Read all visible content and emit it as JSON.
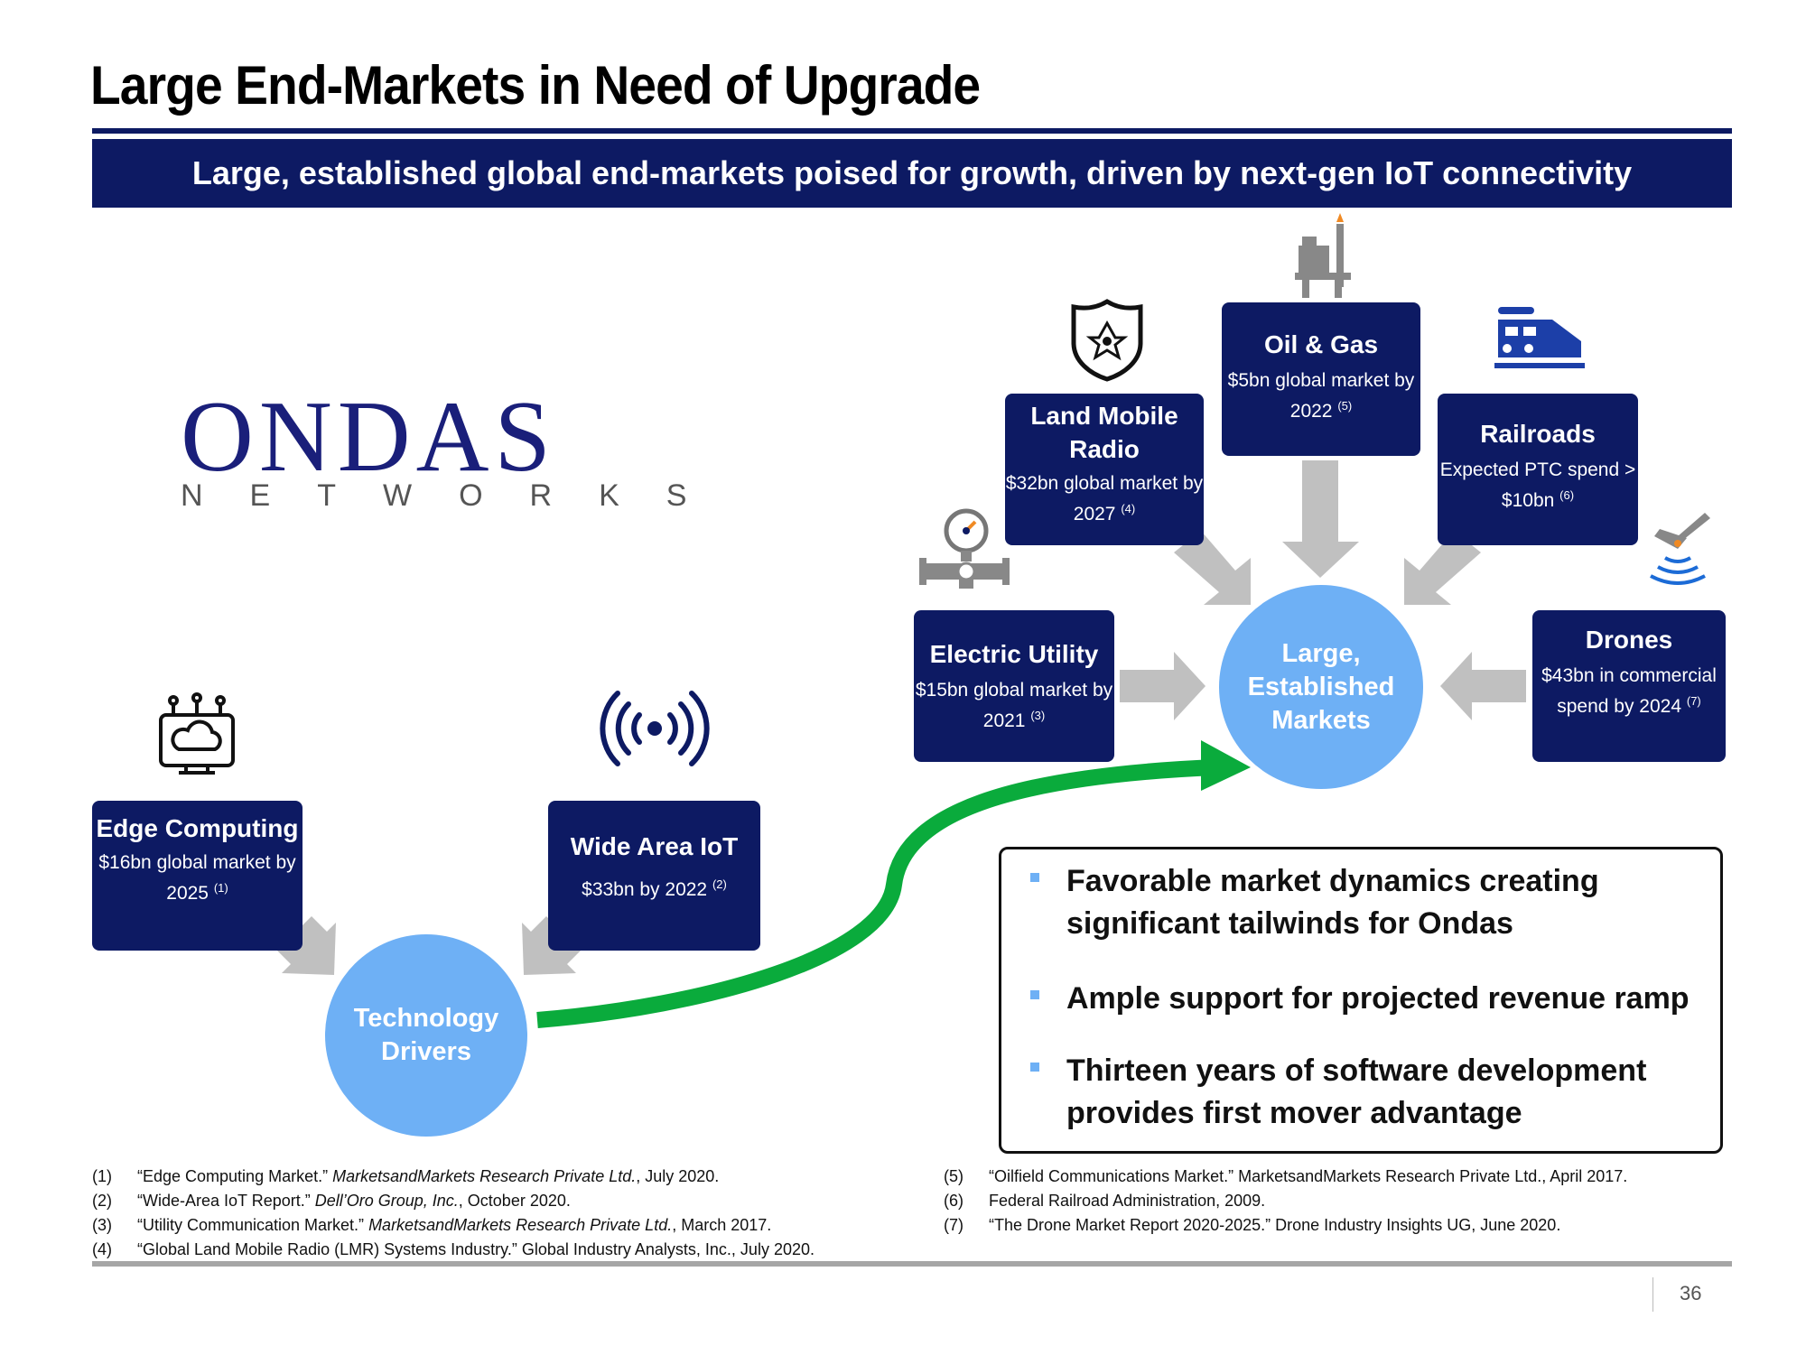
{
  "header": {
    "title": "Large End-Markets in Need of Upgrade",
    "banner": "Large, established global end-markets poised for growth, driven by next-gen IoT connectivity"
  },
  "logo": {
    "main": "ONDAS",
    "sub": "NETWORKS"
  },
  "tech_drivers": {
    "edge": {
      "title": "Edge Computing",
      "text": "$16bn global market by 2025",
      "ref": "(1)"
    },
    "wide_area": {
      "title": "Wide Area IoT",
      "text": "$33bn by 2022",
      "ref": "(2)"
    },
    "hub": "Technology Drivers"
  },
  "markets": {
    "hub": "Large, Established Markets",
    "electric": {
      "title": "Electric Utility",
      "text": "$15bn global market by 2021",
      "ref": "(3)"
    },
    "lmr": {
      "title": "Land Mobile Radio",
      "text": "$32bn global market by 2027",
      "ref": "(4)"
    },
    "oil_gas": {
      "title": "Oil & Gas",
      "text": "$5bn global market by 2022",
      "ref": "(5)"
    },
    "railroads": {
      "title": "Railroads",
      "text": "Expected PTC spend > $10bn",
      "ref": "(6)"
    },
    "drones": {
      "title": "Drones",
      "text": "$43bn in commercial spend by 2024",
      "ref": "(7)"
    }
  },
  "bullets": [
    "Favorable market dynamics creating significant tailwinds for Ondas",
    "Ample support for projected revenue ramp",
    "Thirteen years of software development provides first mover advantage"
  ],
  "footnotes": [
    {
      "num": "(1)",
      "a": "“Edge Computing Market.” ",
      "i": "MarketsandMarkets Research Private Ltd.",
      "b": ", July 2020."
    },
    {
      "num": "(2)",
      "a": "“Wide-Area IoT Report.” ",
      "i": "Dell’Oro Group, Inc.",
      "b": ", October 2020."
    },
    {
      "num": "(3)",
      "a": "“Utility Communication Market.” ",
      "i": "MarketsandMarkets Research Private Ltd.",
      "b": ", March 2017."
    },
    {
      "num": "(4)",
      "a": "“Global Land Mobile Radio (LMR) Systems Industry.” Global Industry Analysts, Inc., July 2020.",
      "i": "",
      "b": ""
    },
    {
      "num": "(5)",
      "a": "“Oilfield Communications Market.” MarketsandMarkets Research Private Ltd., April 2017.",
      "i": "",
      "b": ""
    },
    {
      "num": "(6)",
      "a": "Federal Railroad Administration, 2009.",
      "i": "",
      "b": ""
    },
    {
      "num": "(7)",
      "a": "“The Drone Market Report 2020-2025.” Drone Industry Insights UG, June 2020.",
      "i": "",
      "b": ""
    }
  ],
  "page_number": "36",
  "colors": {
    "navy": "#0d1a63",
    "hub_blue": "#6eb0f5",
    "arrow_gray": "#c0c0c0",
    "green_arrow": "#0aab3c"
  },
  "icons": [
    "edge-cloud-icon",
    "wireless-signal-icon",
    "police-badge-icon",
    "oil-rig-icon",
    "train-icon",
    "gauge-valve-icon",
    "drone-icon"
  ]
}
